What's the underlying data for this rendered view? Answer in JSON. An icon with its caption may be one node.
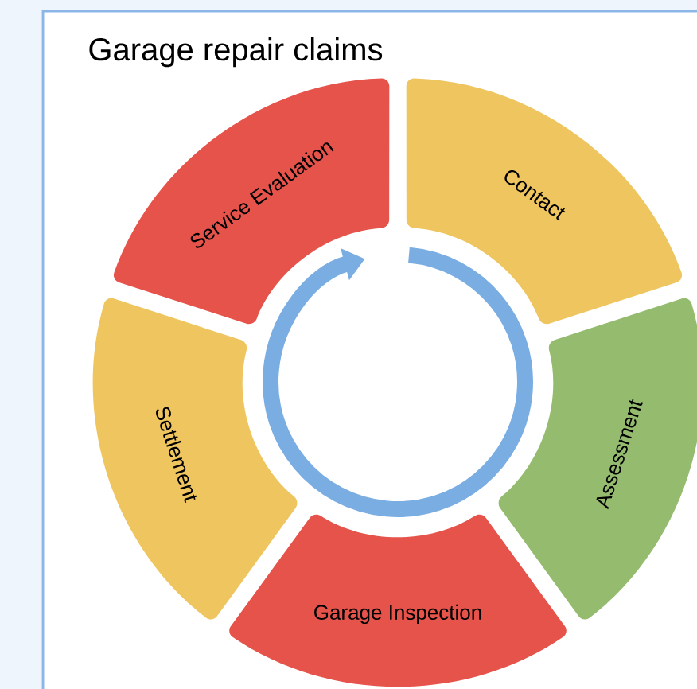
{
  "diagram": {
    "title": "Garage repair claims",
    "nodes": [
      {
        "text": [
          "Service Evaluation"
        ]
      },
      {
        "text": [
          "Contact"
        ]
      },
      {
        "text": [
          "Settlement"
        ]
      },
      {
        "text": [
          "Assessment"
        ]
      },
      {
        "text": [
          "Garage Inspection"
        ]
      }
    ]
  }
}
